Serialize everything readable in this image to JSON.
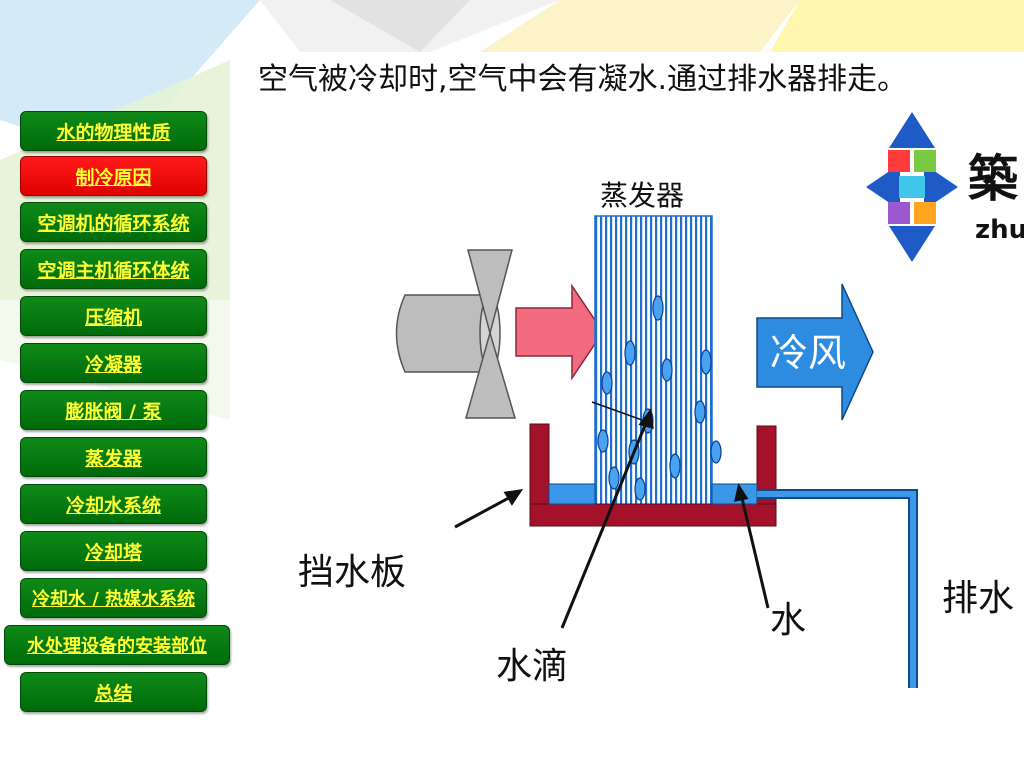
{
  "nav": {
    "items": [
      {
        "label": "水的物理性质",
        "active": false
      },
      {
        "label": "制冷原因",
        "active": true
      },
      {
        "label": "空调机的循环系统",
        "active": false
      },
      {
        "label": "空调主机循环体统",
        "active": false
      },
      {
        "label": "压缩机",
        "active": false
      },
      {
        "label": "冷凝器",
        "active": false
      },
      {
        "label": "膨胀阀 / 泵",
        "active": false
      },
      {
        "label": "蒸发器",
        "active": false
      },
      {
        "label": "冷却水系统",
        "active": false
      },
      {
        "label": "冷却塔",
        "active": false
      },
      {
        "label": "冷却水 / 热媒水系统",
        "active": false
      },
      {
        "label": "水处理设备的安装部位",
        "active": false
      },
      {
        "label": "总结",
        "active": false
      }
    ]
  },
  "slide": {
    "heading": "空气被冷却时,空气中会有凝水.通过排水器排走。"
  },
  "diagram": {
    "evaporator_label": "蒸发器",
    "cold_air_label": "冷风",
    "baffle_label": "挡水板",
    "droplet_label": "水滴",
    "water_label": "水",
    "drain_label": "排水"
  },
  "logo": {
    "char": "築",
    "text": "zhu"
  },
  "colors": {
    "nav_green": "#0a7d13",
    "nav_active_red": "#ff0000",
    "nav_text_yellow": "#ffff33",
    "warm_arrow": "#f26a80",
    "cold_arrow": "#2d8be0",
    "tray": "#a3122a",
    "water": "#3b98e8",
    "evaporator_lines": "#1f6fd0"
  }
}
